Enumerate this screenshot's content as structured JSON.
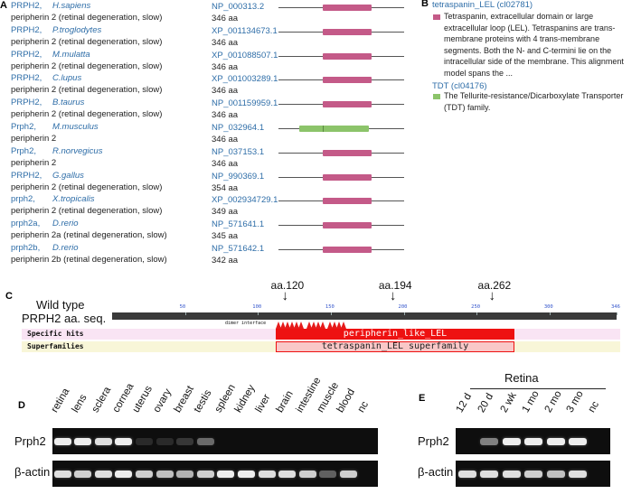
{
  "panel_a": {
    "letter": "A",
    "rows": [
      {
        "gene": "PRPH2,",
        "species": "H.sapiens",
        "desc": "peripherin 2 (retinal degeneration, slow)",
        "acc": "NP_000313.2",
        "aa": "346 aa",
        "domain": "LEL"
      },
      {
        "gene": "PRPH2,",
        "species": "P.troglodytes",
        "desc": "peripherin 2 (retinal degeneration, slow)",
        "acc": "XP_001134673.1",
        "aa": "346 aa",
        "domain": "LEL"
      },
      {
        "gene": "PRPH2,",
        "species": "M.mulatta",
        "desc": "peripherin 2 (retinal degeneration, slow)",
        "acc": "XP_001088507.1",
        "aa": "346 aa",
        "domain": "LEL"
      },
      {
        "gene": "PRPH2,",
        "species": "C.lupus",
        "desc": "peripherin 2 (retinal degeneration, slow)",
        "acc": "XP_001003289.1",
        "aa": "346 aa",
        "domain": "LEL"
      },
      {
        "gene": "PRPH2,",
        "species": "B.taurus",
        "desc": "peripherin 2 (retinal degeneration, slow)",
        "acc": "NP_001159959.1",
        "aa": "346 aa",
        "domain": "LEL"
      },
      {
        "gene": "Prph2,",
        "species": "M.musculus",
        "desc": "peripherin 2",
        "acc": "NP_032964.1",
        "aa": "346 aa",
        "domain": "TDT"
      },
      {
        "gene": "Prph2,",
        "species": "R.norvegicus",
        "desc": "peripherin 2",
        "acc": "NP_037153.1",
        "aa": "346 aa",
        "domain": "LEL"
      },
      {
        "gene": "PRPH2,",
        "species": "G.gallus",
        "desc": "peripherin 2 (retinal degeneration, slow)",
        "acc": "NP_990369.1",
        "aa": "354 aa",
        "domain": "LEL"
      },
      {
        "gene": "prph2,",
        "species": "X.tropicalis",
        "desc": "peripherin 2 (retinal degeneration, slow)",
        "acc": "XP_002934729.1",
        "aa": "349 aa",
        "domain": "LEL"
      },
      {
        "gene": "prph2a,",
        "species": "D.rerio",
        "desc": "peripherin 2a (retinal degeneration, slow)",
        "acc": "NP_571641.1",
        "aa": "345 aa",
        "domain": "LEL"
      },
      {
        "gene": "prph2b,",
        "species": "D.rerio",
        "desc": "peripherin 2b (retinal degeneration, slow)",
        "acc": "NP_571642.1",
        "aa": "342 aa",
        "domain": "LEL"
      }
    ],
    "colors": {
      "LEL": "#c45a88",
      "TDT": "#8cc46a"
    }
  },
  "panel_b": {
    "letter": "B",
    "lel_title": "tetraspanin_LEL (cl02781)",
    "lel_text": "Tetraspanin, extracellular domain or large extracellular loop (LEL). Tetraspanins are trans-membrane proteins with 4 trans-membrane segments. Both the N- and C-termini lie on the intracellular side of the membrane. This alignment model spans the ...",
    "tdt_title": "TDT (cl04176)",
    "tdt_text": "The Tellurite-resistance/Dicarboxylate Transporter (TDT) family."
  },
  "panel_c": {
    "letter": "C",
    "wild_type": "Wild type",
    "seq_label": "PRPH2 aa. seq.",
    "arrows": [
      {
        "label": "aa.120",
        "pos": 120
      },
      {
        "label": "aa.194",
        "pos": 194
      },
      {
        "label": "aa.262",
        "pos": 262
      }
    ],
    "ticks": [
      "50",
      "100",
      "150",
      "200",
      "250",
      "300",
      "346"
    ],
    "dimer_label": "dimer interface",
    "specific_hits": "Specific hits",
    "superfamilies": "Superfamilies",
    "hit_name": "peripherin_like_LEL",
    "superfamily_name": "tetraspanin_LEL superfamily",
    "hit_color": "#ee1111"
  },
  "panel_d": {
    "letter": "D",
    "lanes": [
      "retina",
      "lens",
      "sclera",
      "cornea",
      "uterus",
      "ovary",
      "breast",
      "testis",
      "spleen",
      "kidney",
      "liver",
      "brain",
      "intestine",
      "muscle",
      "blood",
      "nc"
    ],
    "rows": [
      "Prph2",
      "β-actin"
    ],
    "prph2_level": [
      0.95,
      0.95,
      0.9,
      0.95,
      0.05,
      0.05,
      0.15,
      0.45,
      0,
      0,
      0,
      0,
      0,
      0,
      0,
      0
    ],
    "actin_level": [
      0.9,
      0.85,
      0.9,
      0.95,
      0.85,
      0.8,
      0.75,
      0.85,
      0.95,
      0.95,
      0.9,
      0.9,
      0.85,
      0.4,
      0.85,
      0
    ]
  },
  "panel_e": {
    "letter": "E",
    "group": "Retina",
    "lanes": [
      "12 d",
      "20 d",
      "2 wk",
      "1 mo",
      "2 mo",
      "3 mo",
      "nc"
    ],
    "rows": [
      "Prph2",
      "β-actin"
    ],
    "prph2_level": [
      0,
      0.55,
      0.95,
      0.95,
      0.95,
      0.95,
      0
    ],
    "actin_level": [
      0.9,
      0.9,
      0.9,
      0.85,
      0.8,
      0.9,
      0
    ]
  }
}
